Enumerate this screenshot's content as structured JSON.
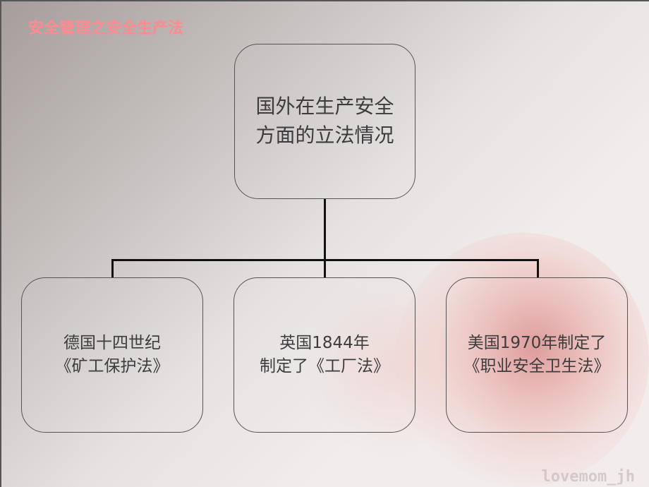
{
  "slide_title": "安全管理之安全生产法",
  "root": {
    "lines": [
      "国外在生产安全",
      "方面的立法情况"
    ]
  },
  "children": [
    {
      "lines": [
        "德国十四世纪",
        "《矿工保护法》"
      ]
    },
    {
      "lines": [
        "英国1844年",
        "制定了《工厂法》"
      ]
    },
    {
      "lines": [
        "美国1970年制定了",
        "《职业安全卫生法》"
      ]
    }
  ],
  "watermark": "lovemom_jh"
}
